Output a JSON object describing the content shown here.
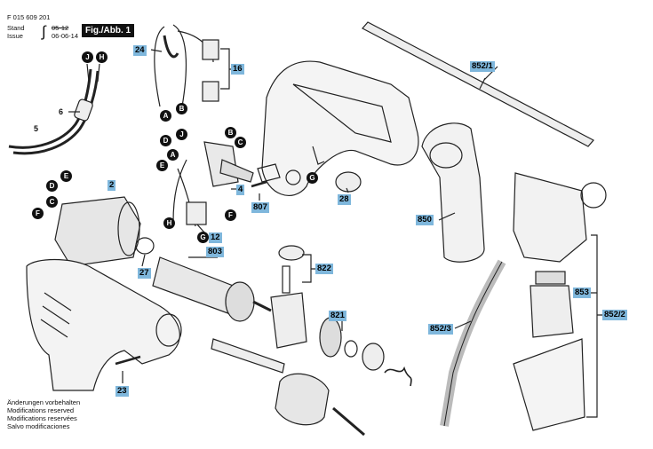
{
  "header": {
    "doc_number": "F 015 609 201",
    "stand_label": "Stand",
    "stand_date": "05-12",
    "issue_label": "Issue",
    "issue_date": "06-06-14",
    "fig_label": "Fig./Abb. 1"
  },
  "notes": [
    "Änderungen vorbehalten",
    "Modifications reserved",
    "Modifications reservées",
    "Salvo modificaciones"
  ],
  "part_tags": {
    "p24": "24",
    "p16": "16",
    "p852_1": "852/1",
    "p2": "2",
    "p4": "4",
    "p807": "807",
    "p28": "28",
    "p12": "12",
    "p850": "850",
    "p853": "853",
    "p852_2": "852/2",
    "p803": "803",
    "p822": "822",
    "p27": "27",
    "p821": "821",
    "p852_3": "852/3",
    "p23": "23"
  },
  "wire_markers": {
    "j_top": "J",
    "h_top": "H",
    "p6": "6",
    "p5": "5",
    "a_top": "A",
    "b_top": "B",
    "d_mid": "D",
    "j_mid": "J",
    "b_mid": "B",
    "c_mid": "C",
    "a_mid": "A",
    "e_mid": "E",
    "g_right": "G",
    "f_mid": "F",
    "h_bot": "H",
    "g_bot": "G",
    "e_left": "E",
    "d_left": "D",
    "c_left": "C",
    "f_left": "F"
  }
}
